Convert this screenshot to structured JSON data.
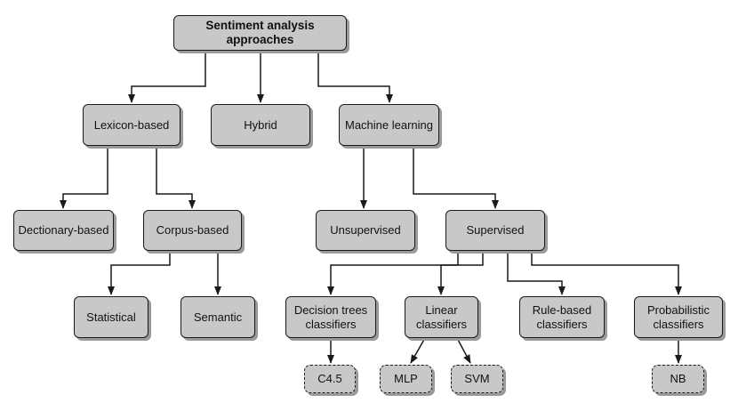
{
  "diagram": {
    "colors": {
      "box_fill": "#c8c8c8",
      "box_border": "#1a1a1a",
      "edge": "#1a1a1a"
    },
    "nodes": {
      "root": "Sentiment analysis approaches",
      "lexicon": "Lexicon-based",
      "hybrid": "Hybrid",
      "ml": "Machine learning",
      "dictionary": "Dectionary-based",
      "corpus": "Corpus-based",
      "unsupervised": "Unsupervised",
      "supervised": "Supervised",
      "statistical": "Statistical",
      "semantic": "Semantic",
      "decision_trees": "Decision trees\nclassifiers",
      "linear": "Linear\nclassifiers",
      "rule_based": "Rule-based\nclassifiers",
      "probabilistic": "Probabilistic\nclassifiers",
      "c45": "C4.5",
      "mlp": "MLP",
      "svm": "SVM",
      "nb": "NB"
    },
    "edges": [
      [
        "root",
        "lexicon"
      ],
      [
        "root",
        "hybrid"
      ],
      [
        "root",
        "ml"
      ],
      [
        "lexicon",
        "dictionary"
      ],
      [
        "lexicon",
        "corpus"
      ],
      [
        "ml",
        "unsupervised"
      ],
      [
        "ml",
        "supervised"
      ],
      [
        "corpus",
        "statistical"
      ],
      [
        "corpus",
        "semantic"
      ],
      [
        "supervised",
        "decision_trees"
      ],
      [
        "supervised",
        "linear"
      ],
      [
        "supervised",
        "rule_based"
      ],
      [
        "supervised",
        "probabilistic"
      ],
      [
        "decision_trees",
        "c45"
      ],
      [
        "linear",
        "mlp"
      ],
      [
        "linear",
        "svm"
      ],
      [
        "probabilistic",
        "nb"
      ]
    ]
  }
}
